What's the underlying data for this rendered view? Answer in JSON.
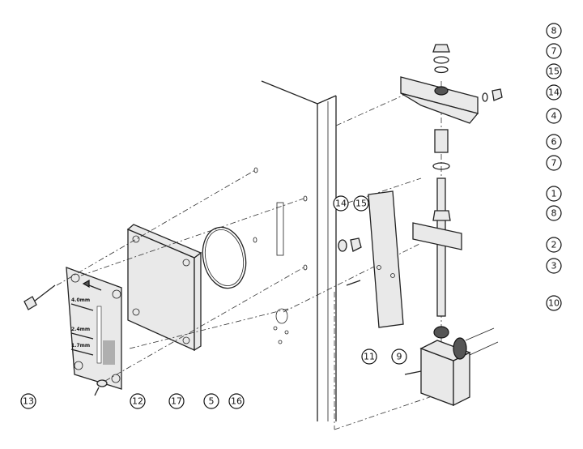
{
  "callouts": {
    "right": [
      "8",
      "7",
      "15",
      "14",
      "4",
      "6",
      "7",
      "1",
      "8",
      "2",
      "3",
      "10"
    ],
    "bottom": [
      "13",
      "12",
      "17",
      "5",
      "16",
      "11",
      "9"
    ],
    "middle": [
      "14",
      "15"
    ]
  },
  "label_plate": {
    "sizes": [
      "4.0mm",
      "2.4mm",
      "1.7mm"
    ]
  }
}
